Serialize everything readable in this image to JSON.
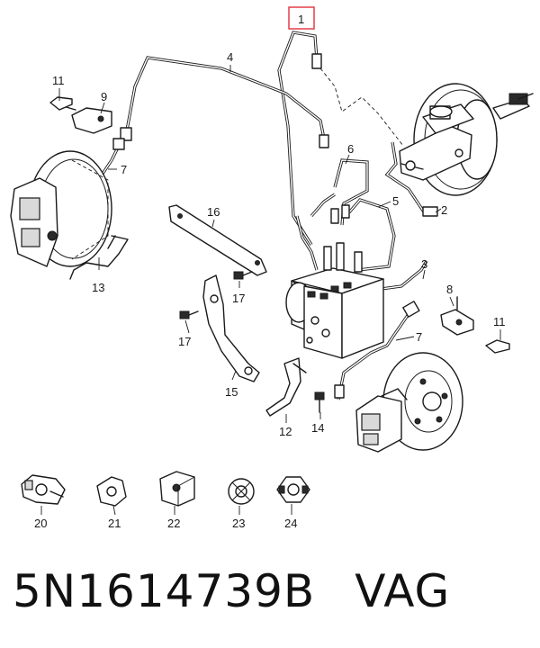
{
  "callouts": {
    "c1": "1",
    "c2": "2",
    "c3": "3",
    "c4": "4",
    "c5": "5",
    "c6": "6",
    "c7a": "7",
    "c7b": "7",
    "c8": "8",
    "c9": "9",
    "c11a": "11",
    "c11b": "11",
    "c12": "12",
    "c13": "13",
    "c14": "14",
    "c15": "15",
    "c16": "16",
    "c17a": "17",
    "c17b": "17",
    "c20": "20",
    "c21": "21",
    "c22": "22",
    "c23": "23",
    "c24": "24"
  },
  "highlight_color": "#e0313d",
  "footer": {
    "part_number": "5N1614739B",
    "brand": "VAG"
  }
}
